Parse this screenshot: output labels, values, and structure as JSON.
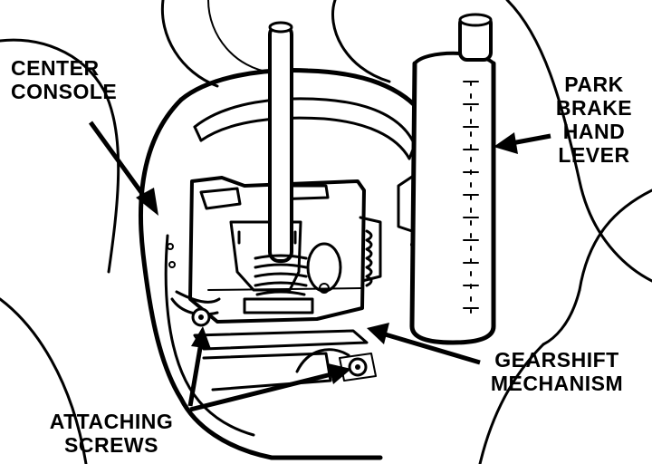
{
  "labels": {
    "center_console": {
      "lines": [
        "CENTER",
        "CONSOLE"
      ]
    },
    "park_brake": {
      "lines": [
        "PARK",
        "BRAKE",
        "HAND",
        "LEVER"
      ]
    },
    "gearshift": {
      "lines": [
        "GEARSHIFT",
        "MECHANISM"
      ]
    },
    "attaching_screws": {
      "lines": [
        "ATTACHING",
        "SCREWS"
      ]
    }
  },
  "colors": {
    "ink": "#000000",
    "paper": "#ffffff"
  }
}
